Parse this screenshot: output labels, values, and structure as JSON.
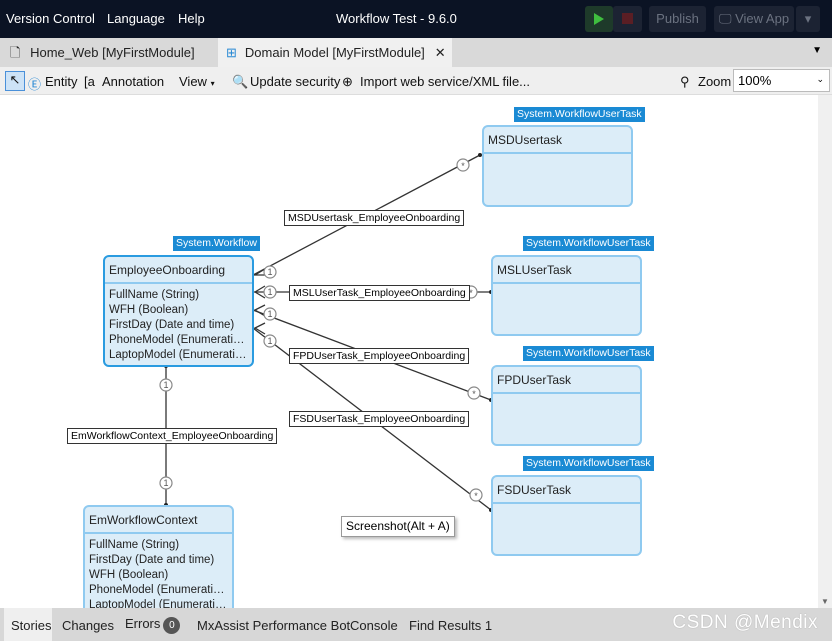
{
  "menu": {
    "items": [
      "Version Control",
      "Language",
      "Help"
    ],
    "title": "Workflow Test  -  9.6.0",
    "publish": "Publish",
    "view_app": "View App"
  },
  "tabs": [
    {
      "label": "Home_Web [MyFirstModule]"
    },
    {
      "label": "Domain Model [MyFirstModule]",
      "active": true
    }
  ],
  "toolbar": {
    "entity": "Entity",
    "annotation": "Annotation",
    "view": "View",
    "update_security": "Update security",
    "import": "Import web service/XML file...",
    "zoom_label": "Zoom",
    "zoom_value": "100%"
  },
  "entities": {
    "msd": {
      "generalization": "System.WorkflowUserTask",
      "name": "MSDUsertask",
      "attributes": []
    },
    "eo": {
      "generalization": "System.Workflow",
      "name": "EmployeeOnboarding",
      "attributes": [
        "FullName (String)",
        "WFH (Boolean)",
        "FirstDay (Date and time)",
        "PhoneModel (Enumeration)",
        "LaptopModel (Enumeration)"
      ]
    },
    "msl": {
      "generalization": "System.WorkflowUserTask",
      "name": "MSLUserTask",
      "attributes": []
    },
    "fpd": {
      "generalization": "System.WorkflowUserTask",
      "name": "FPDUserTask",
      "attributes": []
    },
    "fsd": {
      "generalization": "System.WorkflowUserTask",
      "name": "FSDUserTask",
      "attributes": []
    },
    "ewc": {
      "name": "EmWorkflowContext",
      "attributes": [
        "FullName (String)",
        "FirstDay (Date and time)",
        "WFH (Boolean)",
        "PhoneModel (Enumeration)",
        "LaptopModel (Enumeration)"
      ]
    }
  },
  "associations": {
    "msd": "MSDUsertask_EmployeeOnboarding",
    "msl": "MSLUserTask_EmployeeOnboarding",
    "fpd": "FPDUserTask_EmployeeOnboarding",
    "fsd": "FSDUserTask_EmployeeOnboarding",
    "ewc": "EmWorkflowContext_EmployeeOnboarding"
  },
  "multiplicity": {
    "one": "1",
    "many": "*"
  },
  "tooltip": "Screenshot(Alt + A)",
  "bottom": {
    "tabs": [
      "Stories",
      "Changes",
      "Errors",
      "MxAssist Performance Bot",
      "Console",
      "Find Results 1"
    ],
    "errors_count": "0",
    "watermark": "CSDN @Mendix"
  },
  "colors": {
    "entity_fill": "#dcedf8",
    "entity_border": "#8fcaf0",
    "generalization": "#1a8ad4",
    "title_bar": "#0b1324"
  }
}
